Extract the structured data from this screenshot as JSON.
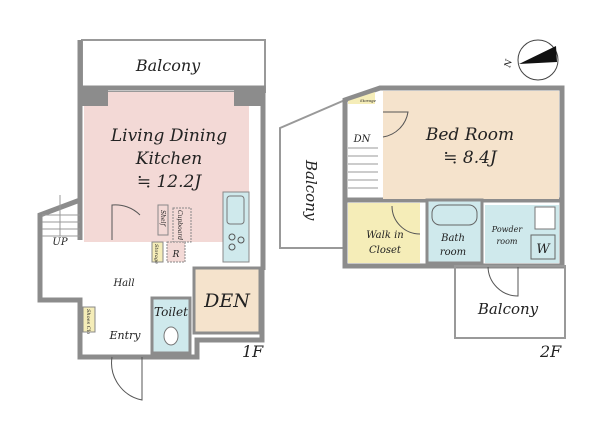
{
  "floor1": {
    "label": "1F",
    "balcony": "Balcony",
    "ldk": {
      "line1": "Living Dining",
      "line2": "Kitchen",
      "size": "≒ 12.2J"
    },
    "shelf": "Shelf",
    "cupboard": "Cupboard",
    "storage": "Storage",
    "refrigerator": "R",
    "up": "UP",
    "hall": "Hall",
    "den": "DEN",
    "toilet": "Toilet",
    "shoes_closet": "Shoes Clo",
    "entry": "Entry"
  },
  "floor2": {
    "label": "2F",
    "storage": "Storage",
    "dn": "DN",
    "bedroom": {
      "name": "Bed Room",
      "size": "≒ 8.4J"
    },
    "balcony_left": "Balcony",
    "walk_in_closet": {
      "line1": "Walk in",
      "line2": "Closet"
    },
    "bath": {
      "line1": "Bath",
      "line2": "room"
    },
    "powder": {
      "line1": "Powder",
      "line2": "room"
    },
    "washer": "W",
    "balcony_bottom": "Balcony"
  },
  "compass": {
    "label": "N"
  },
  "colors": {
    "wall": "#8c8c8c",
    "ldk": "#f3d9d6",
    "den": "#f5e3cc",
    "bedroom": "#f5e3cc",
    "wet": "#cfe9ec",
    "closet": "#f5edb8"
  }
}
